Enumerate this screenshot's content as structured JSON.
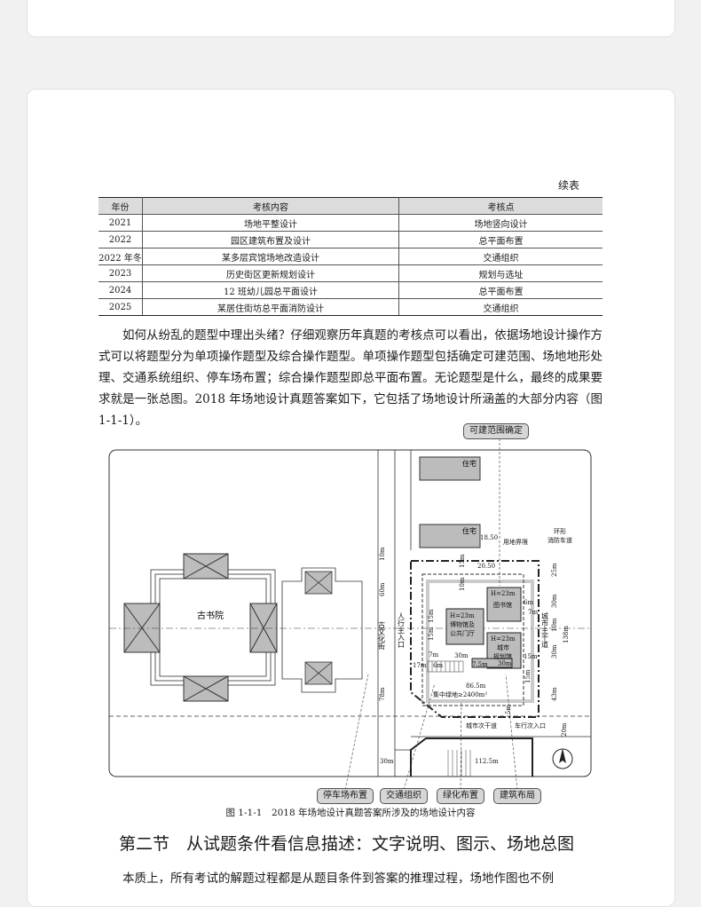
{
  "table": {
    "continued_label": "续表",
    "headers": [
      "年份",
      "考核内容",
      "考核点"
    ],
    "rows": [
      [
        "2021",
        "场地平整设计",
        "场地竖向设计"
      ],
      [
        "2022",
        "园区建筑布置及设计",
        "总平面布置"
      ],
      [
        "2022 年冬",
        "某多层宾馆场地改造设计",
        "交通组织"
      ],
      [
        "2023",
        "历史街区更新规划设计",
        "规划与选址"
      ],
      [
        "2024",
        "12 班幼儿园总平面设计",
        "总平面布置"
      ],
      [
        "2025",
        "某居住街坊总平面消防设计",
        "交通组织"
      ]
    ]
  },
  "paragraph1": "如何从纷乱的题型中理出头绪？仔细观察历年真题的考核点可以看出，依据场地设计操作方式可以将题型分为单项操作题型及综合操作题型。单项操作题型包括确定可建范围、场地地形处理、交通系统组织、停车场布置；综合操作题型即总平面布置。无论题型是什么，最终的成果要求就是一张总图。2018 年场地设计真题答案如下，它包括了场地设计所涵盖的大部分内容（图 1-1-1）。",
  "figure": {
    "tags": {
      "top": "可建范围确定",
      "parking": "停车场布置",
      "traffic": "交通组织",
      "green": "绿化布置",
      "building": "建筑布局"
    },
    "labels": {
      "gushuyuan": "古书院",
      "zhuzhai1": "住宅",
      "zhuzhai2": "住宅",
      "yongdi": "用地界限",
      "huanxing1": "环形",
      "huanxing2": "消防车道",
      "tushuguan": "图书馆",
      "bowuguan_h": "H=23m",
      "bowuguan1": "博物馆及",
      "bowuguan2": "公共门厅",
      "chengshi_h": "H=23m",
      "chengshi1": "城市",
      "chengshi2": "规划馆",
      "tushu_h": "H=23m",
      "guwenhuajie": "古文化街",
      "renxing": "人行主入口",
      "chengshizhugan": "城市主干道",
      "chengshicigan": "城市次干道",
      "chexing": "车行次入口",
      "jizhong": "集中绿地≥2400m²",
      "d1850": "18.50",
      "d2050": "20.50",
      "d10m": "10m",
      "d60m": "60m",
      "d78m": "78m",
      "d30m_left": "30m",
      "d1125": "112.5m",
      "d865": "86.5m",
      "d30m_a": "30m",
      "d30m_b": "30m",
      "d75": "7.5m",
      "d17m": "17m",
      "d6m": "6m",
      "d7m_a": "7m",
      "d7m_b": "7m",
      "d15m_a": "15m",
      "d15m_b": "15m",
      "d15m_c": "15m",
      "d15m_d": "15m",
      "d6m_b": "6m",
      "d25m": "25m",
      "d30m_r1": "30m",
      "d10m_r": "10m",
      "d30m_r2": "30m",
      "d43m": "43m",
      "d138m": "138m",
      "d20m": "20m",
      "d5m": "5m",
      "d15m_e": "15m",
      "d10m_b": "10m"
    },
    "caption": "图 1-1-1　2018 年场地设计真题答案所涉及的场地设计内容"
  },
  "section_title": "第二节　从试题条件看信息描述：文字说明、图示、场地总图",
  "paragraph2": "本质上，所有考试的解题过程都是从题目条件到答案的推理过程，场地作图也不例"
}
